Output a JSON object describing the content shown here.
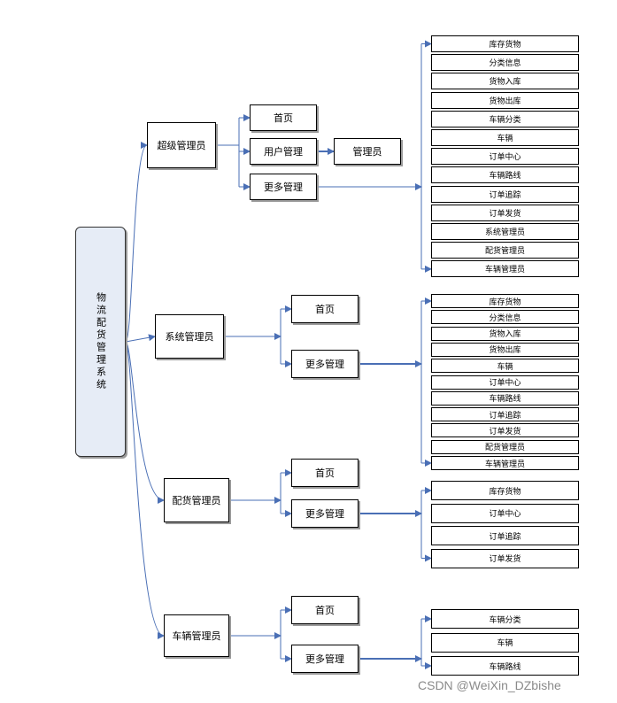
{
  "root": {
    "label": "物流配货管理系统"
  },
  "roles": {
    "super": {
      "label": "超级管理员",
      "home": "首页",
      "user_mgmt": "用户管理",
      "admin": "管理员",
      "more": "更多管理",
      "items": [
        "库存货物",
        "分类信息",
        "货物入库",
        "货物出库",
        "车辆分类",
        "车辆",
        "订单中心",
        "车辆路线",
        "订单追踪",
        "订单发货",
        "系统管理员",
        "配货管理员",
        "车辆管理员"
      ]
    },
    "system": {
      "label": "系统管理员",
      "home": "首页",
      "more": "更多管理",
      "items": [
        "库存货物",
        "分类信息",
        "货物入库",
        "货物出库",
        "车辆",
        "订单中心",
        "车辆路线",
        "订单追踪",
        "订单发货",
        "配货管理员",
        "车辆管理员"
      ]
    },
    "dispatch": {
      "label": "配货管理员",
      "home": "首页",
      "more": "更多管理",
      "items": [
        "库存货物",
        "订单中心",
        "订单追踪",
        "订单发货"
      ]
    },
    "vehicle": {
      "label": "车辆管理员",
      "home": "首页",
      "more": "更多管理",
      "items": [
        "车辆分类",
        "车辆",
        "车辆路线"
      ]
    }
  },
  "watermark": "CSDN @WeiXin_DZbishe",
  "colors": {
    "connector": "#4a6fb5",
    "root_fill": "#e6ecf6"
  }
}
